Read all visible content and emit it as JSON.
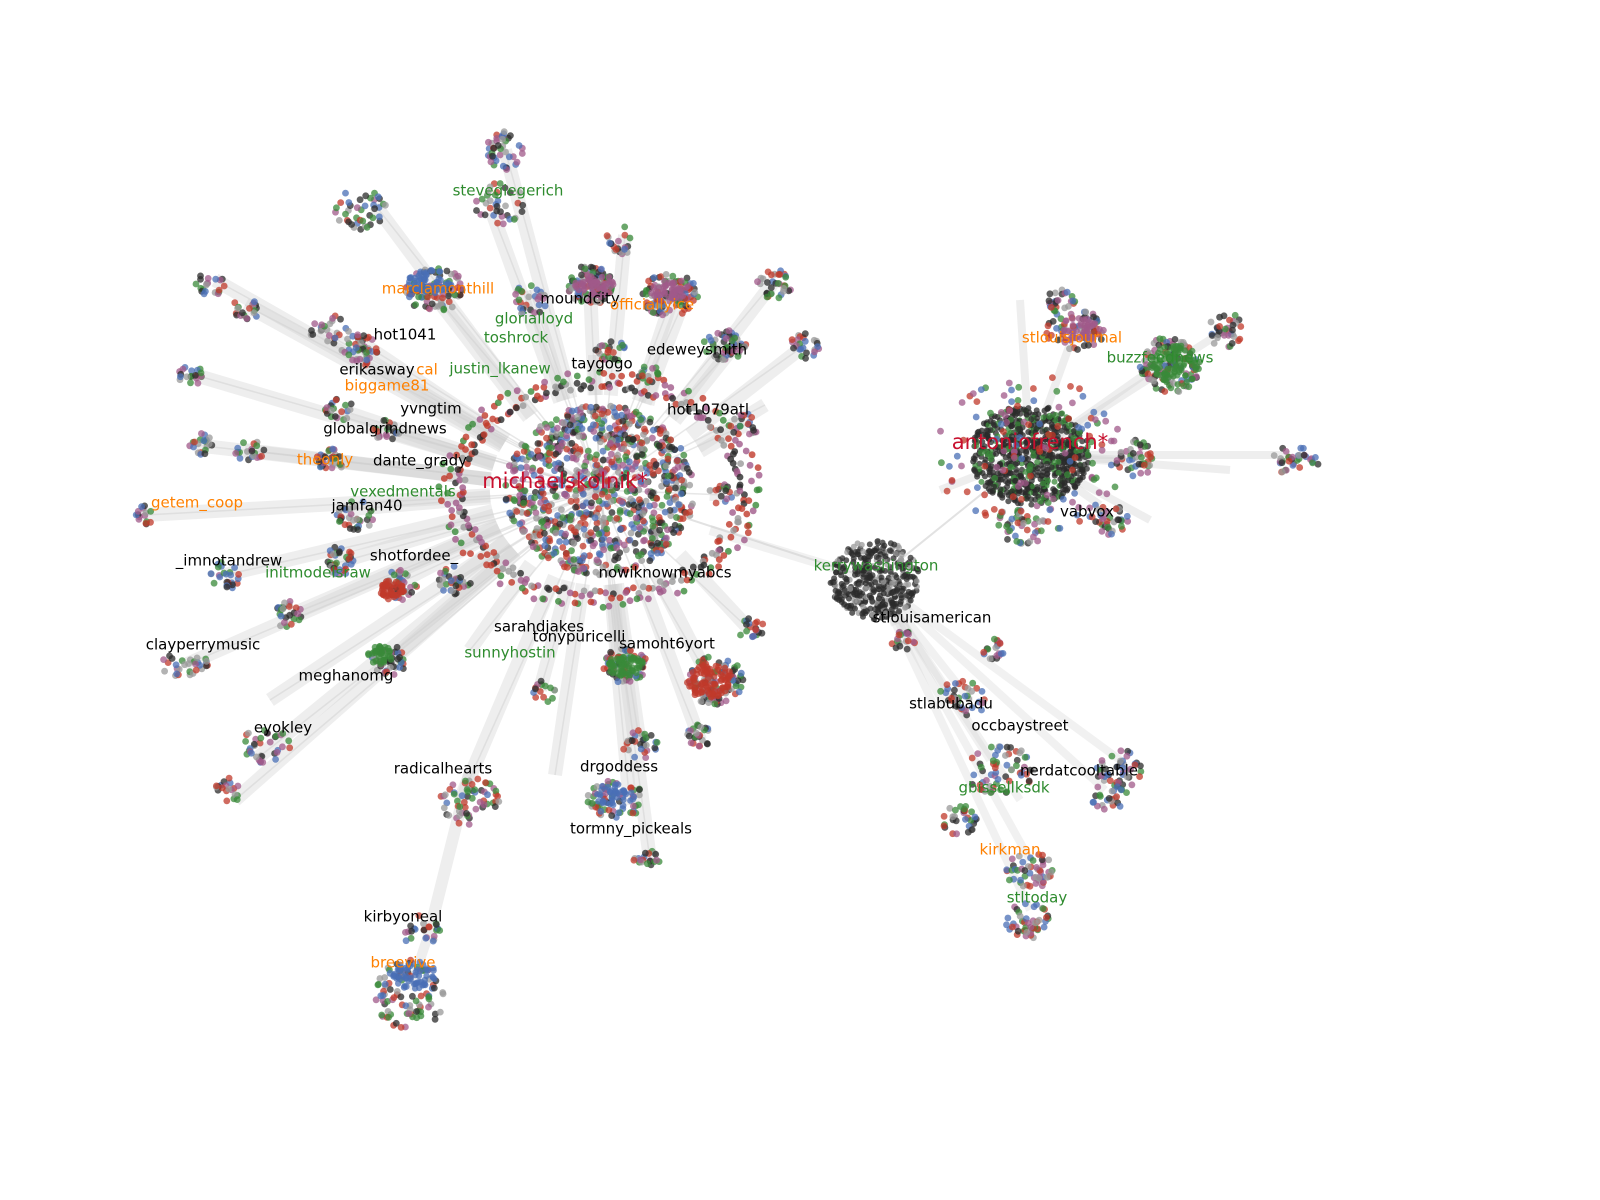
{
  "colors": {
    "background": "#ffffff",
    "edge": "#cfcfcf",
    "label_black": "#000000",
    "label_green": "#2e8b2e",
    "label_orange": "#ff8000",
    "label_hub": "#c8102e",
    "node_red": "#c0392b",
    "node_green": "#3a8a3a",
    "node_blue": "#4a6fb5",
    "node_purple": "#a05a8a",
    "node_dark": "#2b2b2b",
    "node_gray": "#9a9a9a"
  },
  "labels": [
    {
      "text": "michaelskolnik*",
      "color": "hub",
      "size": "hub"
    },
    {
      "text": "antoniofrench*",
      "color": "hub",
      "size": "hub"
    },
    {
      "text": "stevegiegerich",
      "color": "green"
    },
    {
      "text": "marclamonthill",
      "color": "orange"
    },
    {
      "text": "moundcity",
      "color": "black"
    },
    {
      "text": "officiallyice",
      "color": "orange"
    },
    {
      "text": "glorialloyd",
      "color": "green"
    },
    {
      "text": "hot1041",
      "color": "black"
    },
    {
      "text": "toshrock",
      "color": "green"
    },
    {
      "text": "edeweysmith",
      "color": "black"
    },
    {
      "text": "erikasway",
      "color": "black"
    },
    {
      "text": "cal",
      "color": "orange"
    },
    {
      "text": "justin_lkanew",
      "color": "green"
    },
    {
      "text": "taygogo",
      "color": "black"
    },
    {
      "text": "biggame81",
      "color": "orange"
    },
    {
      "text": "yvngtim",
      "color": "black"
    },
    {
      "text": "hot1079atl",
      "color": "black"
    },
    {
      "text": "globalgrindnews",
      "color": "black"
    },
    {
      "text": "theonly",
      "color": "orange"
    },
    {
      "text": "dante_grady",
      "color": "black"
    },
    {
      "text": "vexedmentals",
      "color": "green"
    },
    {
      "text": "getem_coop",
      "color": "orange"
    },
    {
      "text": "jamfan40",
      "color": "black"
    },
    {
      "text": "shotfordee_",
      "color": "black"
    },
    {
      "text": "_imnotandrew",
      "color": "black"
    },
    {
      "text": "initmodelsraw",
      "color": "green"
    },
    {
      "text": "nowiknowmyabcs",
      "color": "black"
    },
    {
      "text": "kerrywashington",
      "color": "green"
    },
    {
      "text": "sarahdjakes",
      "color": "black"
    },
    {
      "text": "tonypuricelli",
      "color": "black"
    },
    {
      "text": "samoht6yort",
      "color": "black"
    },
    {
      "text": "clayperrymusic",
      "color": "black"
    },
    {
      "text": "sunnyhostin",
      "color": "green"
    },
    {
      "text": "meghanomg",
      "color": "black"
    },
    {
      "text": "stlouisamerican",
      "color": "black"
    },
    {
      "text": "eyokley",
      "color": "black"
    },
    {
      "text": "stlabubadu",
      "color": "black"
    },
    {
      "text": "occbaystreet",
      "color": "black"
    },
    {
      "text": "radicalhearts",
      "color": "black"
    },
    {
      "text": "drgoddess",
      "color": "black"
    },
    {
      "text": "nerdatcooltable",
      "color": "black"
    },
    {
      "text": "gbissellksdk",
      "color": "green"
    },
    {
      "text": "tormny_pickeals",
      "color": "black"
    },
    {
      "text": "kirkman",
      "color": "orange"
    },
    {
      "text": "stltoday",
      "color": "green"
    },
    {
      "text": "kirbyoneal",
      "color": "black"
    },
    {
      "text": "breevive",
      "color": "orange"
    },
    {
      "text": "stlouisjournal",
      "color": "orange"
    },
    {
      "text": "buzzfeednews",
      "color": "green"
    },
    {
      "text": "vabvox",
      "color": "black"
    }
  ]
}
